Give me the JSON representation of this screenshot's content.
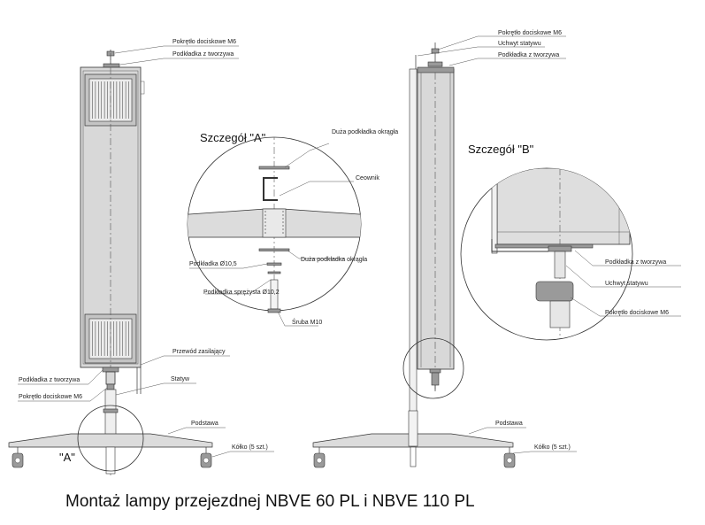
{
  "title": "Montaż lampy przejezdnej NBVE 60 PL i NBVE 110 PL",
  "left_view": {
    "labels": {
      "knob_top": "Pokrętło dociskowe M6",
      "pad_top": "Podkładka z tworzywa",
      "power_cord": "Przewód zasilający",
      "pad_bottom": "Podkładka z tworzywa",
      "stand": "Statyw",
      "knob_bottom": "Pokrętło dociskowe M6",
      "base": "Podstawa",
      "wheels": "Kółko (5 szt.)",
      "detail_marker": "\"A\""
    }
  },
  "detail_a": {
    "heading": "Szczegół \"A\"",
    "labels": {
      "large_washer_top": "Duża podkładka okrągła",
      "channel": "Ceownik",
      "large_washer_bottom": "Duża podkładka okrągła",
      "washer_105": "Podkładka Ø10,5",
      "spring_washer": "Podkładka sprężysta Ø10,2",
      "bolt": "Śruba M10"
    }
  },
  "right_view": {
    "labels": {
      "knob_top": "Pokrętło dociskowe M6",
      "stand_holder": "Uchwyt statywu",
      "pad_top": "Podkładka z tworzywa",
      "base": "Podstawa",
      "wheels": "Kółko (5 szt.)"
    }
  },
  "detail_b": {
    "heading": "Szczegół \"B\"",
    "labels": {
      "pad": "Podkładka z tworzywa",
      "stand_holder": "Uchwyt statywu",
      "knob": "Pokrętło dociskowe M6"
    }
  }
}
